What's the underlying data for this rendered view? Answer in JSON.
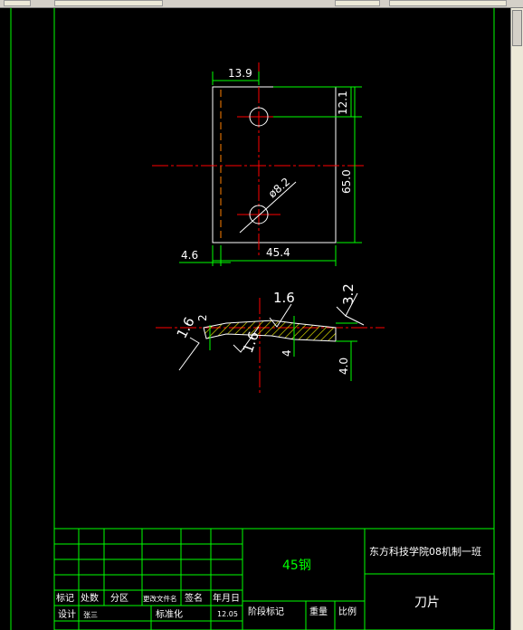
{
  "drawing": {
    "dimensions": {
      "hole_offset": "13.9",
      "top_offset": "12.1",
      "height": "65.0",
      "width": "45.4",
      "left_offset": "4.6",
      "hole_diameter": "ø8.2",
      "thickness_small": "4",
      "thickness": "4.0",
      "angle_small": "2"
    },
    "roughness": {
      "top": "1.6",
      "left": "1.6",
      "mid": "1.6",
      "right": "3.2"
    },
    "colors": {
      "frame": "#00ff00",
      "centerline": "#ff0000",
      "hidden": "#ff8000",
      "dimension": "#00ff00",
      "hatch": "#ffff00",
      "outline": "#ffffff"
    }
  },
  "title_block": {
    "material": "45钢",
    "organization": "东方科技学院08机制一班",
    "part_name": "刀片",
    "header": {
      "mark": "标记",
      "count": "处数",
      "zone": "分区",
      "change_doc": "更改文件名",
      "signature": "签名",
      "date": "年月日"
    },
    "rows": {
      "design_label": "设计",
      "designer": "张三",
      "standardize_label": "标准化",
      "date_value": "12.05"
    },
    "footer": {
      "stage_mark": "阶段标记",
      "weight": "重量",
      "scale": "比例"
    }
  }
}
